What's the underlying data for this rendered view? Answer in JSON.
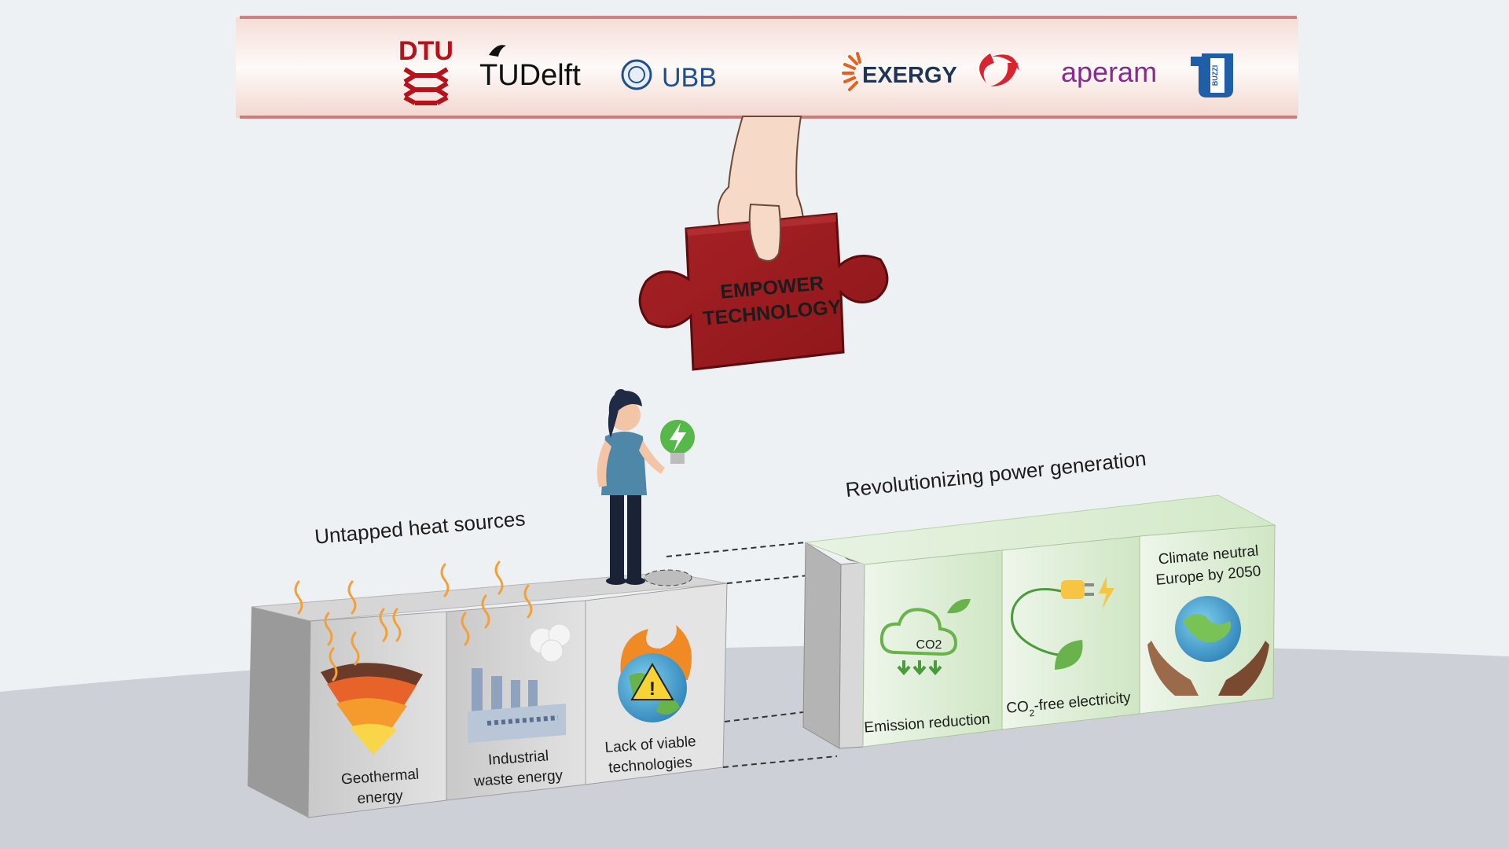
{
  "logos": {
    "dtu": "DTU",
    "tudelft": "TUDelft",
    "ubb": "UBB",
    "exergy": "EXERGY",
    "aperam": "aperam",
    "buzzi": "BUZZI"
  },
  "puzzle_piece": {
    "line1": "EMPOWER",
    "line2": "TECHNOLOGY",
    "color": "#9b1b1e"
  },
  "left_group": {
    "title": "Untapped heat sources",
    "blocks": [
      {
        "line1": "Geothermal",
        "line2": "energy"
      },
      {
        "line1": "Industrial",
        "line2": "waste energy"
      },
      {
        "line1": "Lack of viable",
        "line2": "technologies"
      }
    ]
  },
  "right_group": {
    "title": "Revolutionizing power generation",
    "blocks": [
      {
        "line1": "Emission reduction",
        "icon_label": "CO2"
      },
      {
        "prefix": "CO",
        "sub": "2",
        "suffix": "-free electricity"
      },
      {
        "line1": "Climate neutral",
        "line2": "Europe by 2050"
      }
    ]
  },
  "colors": {
    "accent_red": "#9b1b1e",
    "green_block": "#d8ecd0",
    "grey_block": "#d9d9d9"
  }
}
